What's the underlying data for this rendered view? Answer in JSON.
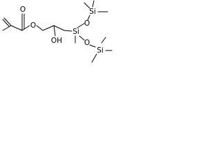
{
  "molecule": {
    "atoms": {
      "carbonyl_o": "O",
      "ester_o": "O",
      "hydroxyl": "OH",
      "si_center": "Si",
      "o_upper": "O",
      "o_lower": "O",
      "si_upper": "Si",
      "si_lower": "Si"
    }
  },
  "colors": {
    "bond": "#000000",
    "text": "#000000",
    "background": "#ffffff"
  }
}
